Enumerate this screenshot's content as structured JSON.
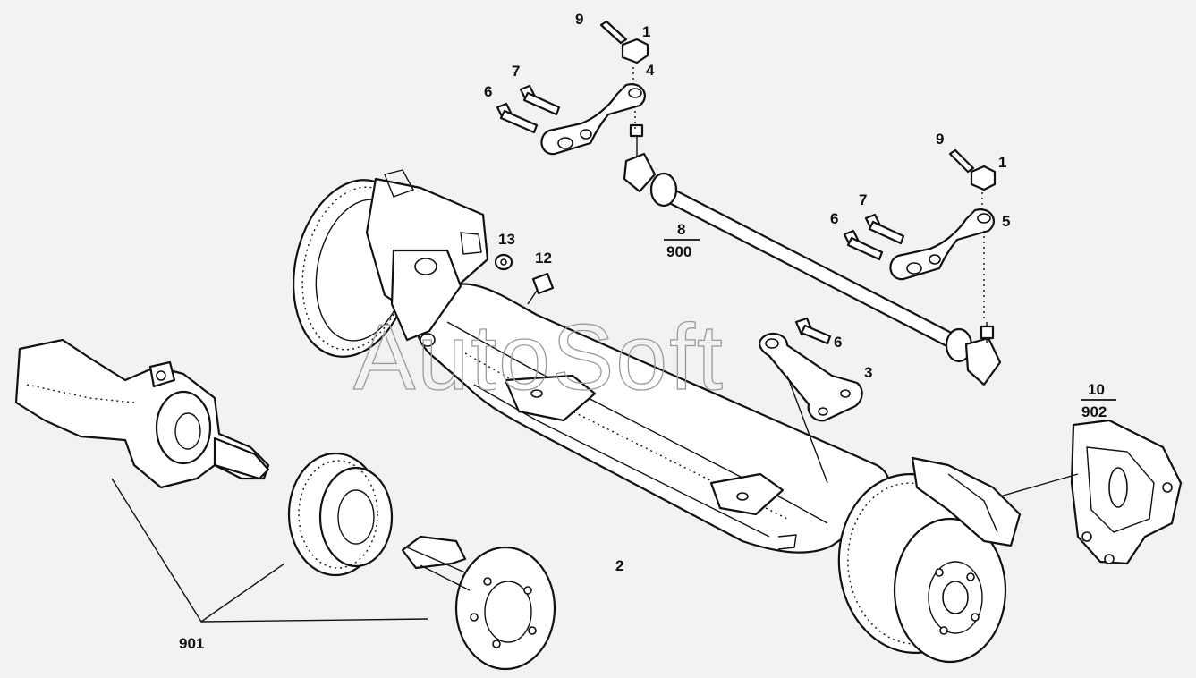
{
  "watermark": "AutoSoft",
  "callouts": [
    {
      "id": "c9a",
      "label": "9"
    },
    {
      "id": "c1a",
      "label": "1"
    },
    {
      "id": "c7a",
      "label": "7"
    },
    {
      "id": "c4",
      "label": "4"
    },
    {
      "id": "c6a",
      "label": "6"
    },
    {
      "id": "c9b",
      "label": "9"
    },
    {
      "id": "c1b",
      "label": "1"
    },
    {
      "id": "c7b",
      "label": "7"
    },
    {
      "id": "c6b",
      "label": "6"
    },
    {
      "id": "c5",
      "label": "5"
    },
    {
      "id": "c13",
      "label": "13"
    },
    {
      "id": "c12",
      "label": "12"
    },
    {
      "id": "c6c",
      "label": "6"
    },
    {
      "id": "c3",
      "label": "3"
    },
    {
      "id": "c2",
      "label": "2"
    },
    {
      "id": "c901",
      "label": "901"
    }
  ],
  "fractions": [
    {
      "id": "f8",
      "numerator": "8",
      "denominator": "900"
    },
    {
      "id": "f10",
      "numerator": "10",
      "denominator": "902"
    }
  ]
}
